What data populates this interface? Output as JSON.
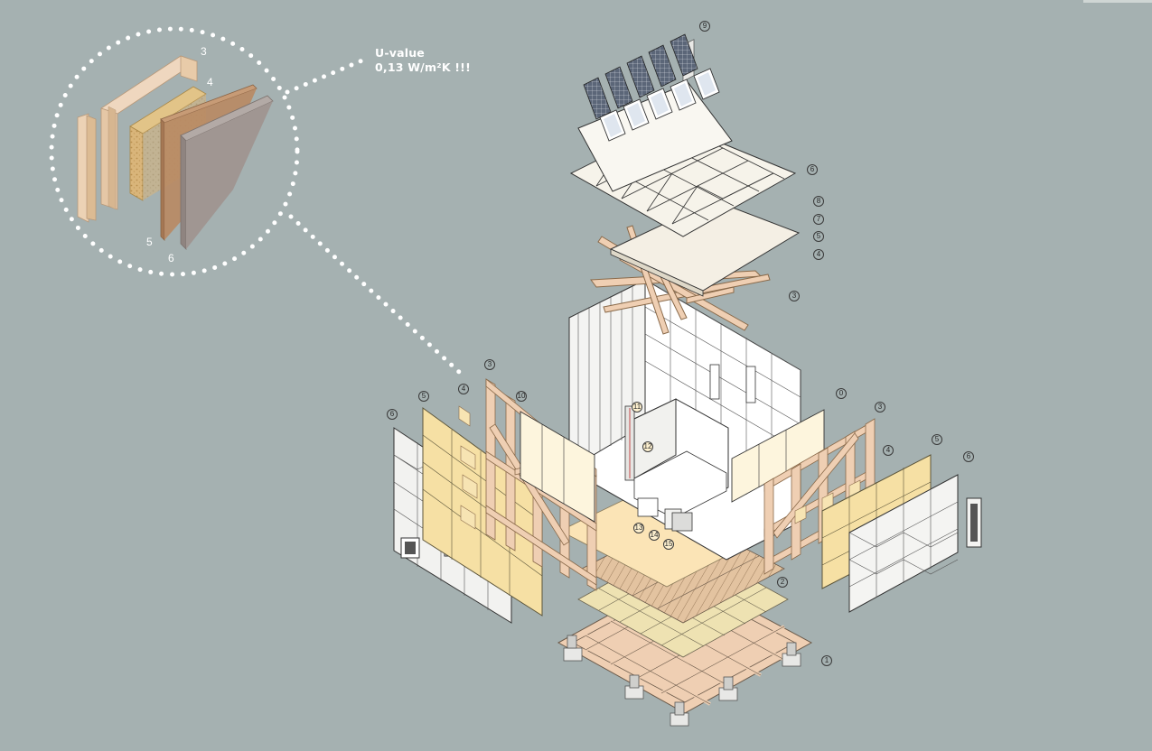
{
  "uvalue": {
    "line1": "U-value",
    "line2": "0,13 W/m²K !!!"
  },
  "detail_layer_labels": [
    "3",
    "4",
    "5",
    "6"
  ],
  "callouts": {
    "c9": "9",
    "c6_roof": "6",
    "c8": "8",
    "c7": "7",
    "c5_roof": "5",
    "c4_roof": "4",
    "c3_roof": "3",
    "c3_left": "3",
    "c5_left": "5",
    "c4_left": "4",
    "c10": "10",
    "c6_left": "6",
    "c11": "11",
    "c12": "12",
    "c13": "13",
    "c14": "14",
    "c15": "15",
    "c0_right": "0",
    "c3_right": "3",
    "c4_right": "4",
    "c5_right": "5",
    "c6_right": "6",
    "c2": "2",
    "c1": "1"
  },
  "colors": {
    "background": "#a5b1b1",
    "timber": "#e9c9a8",
    "insulation": "#f3dfa0",
    "floor": "#fbe6b8",
    "panel": "#f7f7f4",
    "solar": "#4a5566"
  }
}
